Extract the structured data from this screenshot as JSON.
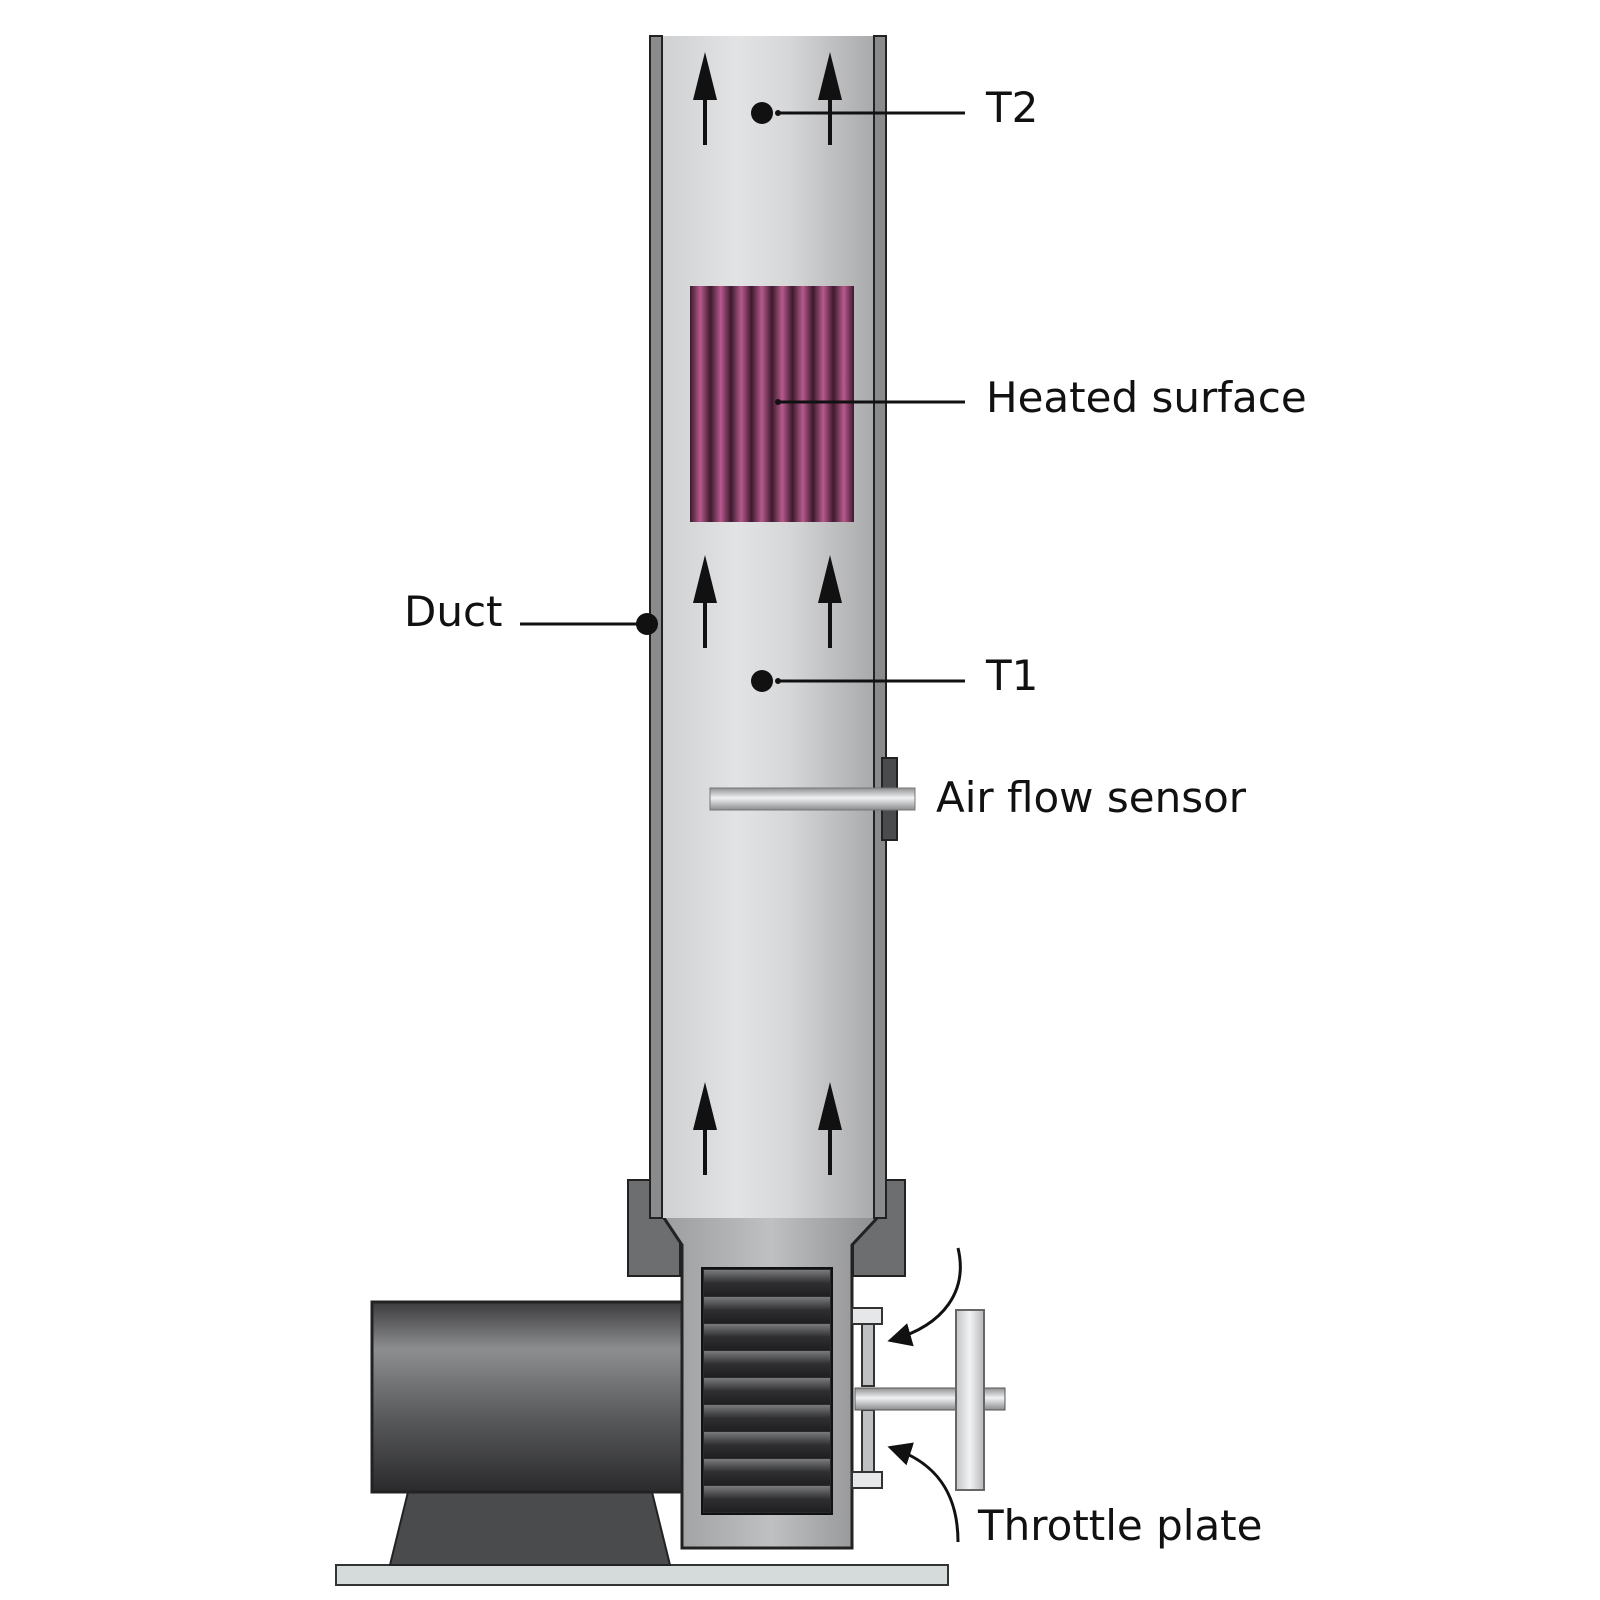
{
  "labels": {
    "t2": "T2",
    "heated_surface": "Heated surface",
    "duct": "Duct",
    "t1": "T1",
    "air_flow_sensor": "Air flow sensor",
    "throttle_plate": "Throttle plate"
  },
  "colors": {
    "duct_body": "#d9dadb",
    "duct_wall": "#8a8b8d",
    "heater": "#a54a7f",
    "motor": "#58595b",
    "fan_blades": "#3a3a3c",
    "base_plate": "#d5dadb",
    "ink": "#111111"
  },
  "icons": {
    "flow_arrows": "arrow-up-icon",
    "throttle_arrows": "curved-arrow-icon"
  }
}
